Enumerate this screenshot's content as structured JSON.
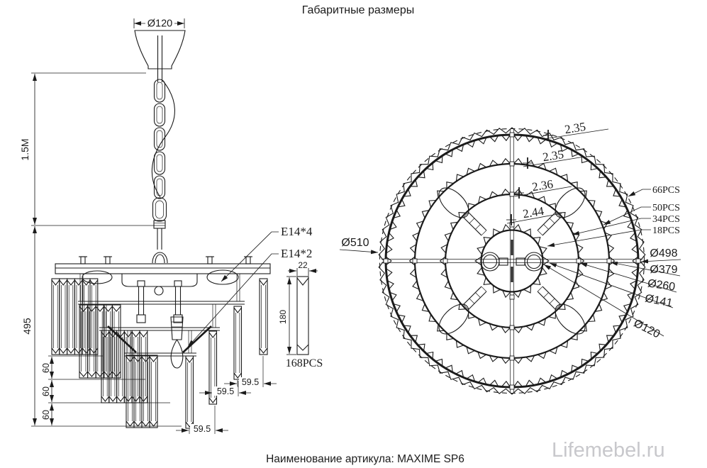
{
  "title": "Габаритные размеры",
  "side_view": {
    "canopy_diameter": "Ø120",
    "suspension_height": "1.5M",
    "body_height": "495",
    "tier_spacing": [
      "60",
      "60",
      "60"
    ],
    "tier_offsets": [
      "59.5",
      "59.5",
      "59.5"
    ],
    "socket_top": "E14*4",
    "socket_bottom": "E14*2"
  },
  "crystal_detail": {
    "width": "22",
    "height": "180",
    "count": "168PCS"
  },
  "top_view": {
    "outer_diameter": "Ø510",
    "diameters": [
      "Ø498",
      "Ø379",
      "Ø260",
      "Ø141",
      "Ø120"
    ],
    "ring_gaps": [
      "2.35",
      "2.35",
      "2.36",
      "2.44"
    ],
    "ring_counts": [
      "66PCS",
      "50PCS",
      "34PCS",
      "18PCS"
    ]
  },
  "footer": {
    "article": "Наименование артикула: MAXIME SP6"
  },
  "watermark": "Lifemebel.ru",
  "colors": {
    "line": "#1b1b1b",
    "watermark": "#c8c8cc"
  }
}
